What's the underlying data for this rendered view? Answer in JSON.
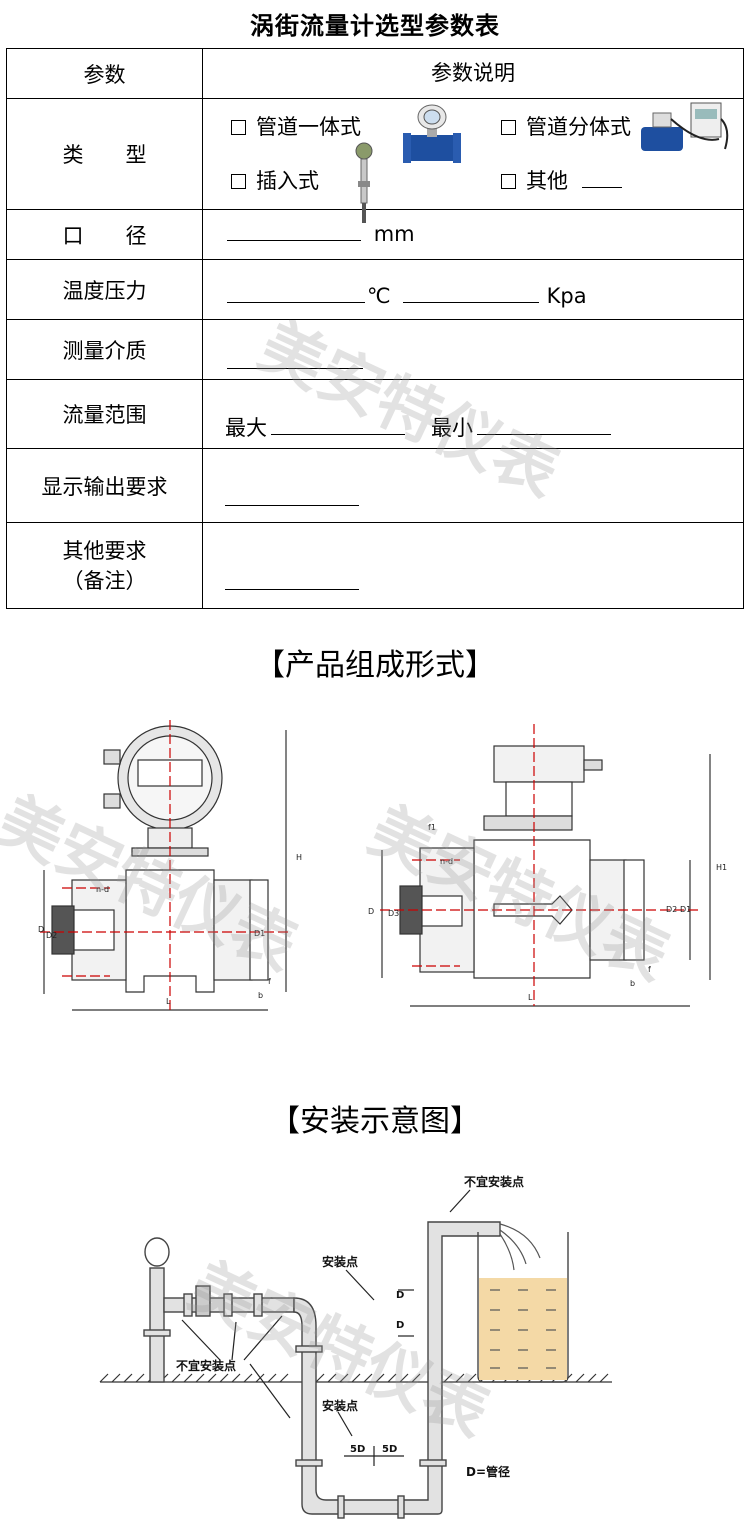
{
  "title": "涡街流量计选型参数表",
  "table": {
    "header": {
      "param": "参数",
      "desc": "参数说明"
    },
    "rows": {
      "type": {
        "label": "类　　型",
        "opt1": "管道一体式",
        "opt2": "管道分体式",
        "opt3": "插入式",
        "opt4": "其他"
      },
      "diameter": {
        "label": "口　　径",
        "unit": "mm"
      },
      "temp_pressure": {
        "label": "温度压力",
        "unit_temp": "℃",
        "unit_pressure": "Kpa"
      },
      "medium": {
        "label": "测量介质"
      },
      "flow_range": {
        "label": "流量范围",
        "max": "最大",
        "min": "最小"
      },
      "output": {
        "label": "显示输出要求"
      },
      "other": {
        "label1": "其他要求",
        "label2": "（备注）"
      }
    }
  },
  "section_product": "【产品组成形式】",
  "section_install": "【安装示意图】",
  "watermark": "美安特仪表",
  "drawing_labels": {
    "left": {
      "H": "H",
      "D": "D",
      "D2": "D2",
      "D1": "D1",
      "L": "L",
      "n_d": "n-d",
      "b": "b",
      "f": "f"
    },
    "right": {
      "H1": "H1",
      "D": "D",
      "D3": "D3",
      "D2": "D2",
      "D1": "D1",
      "L": "L",
      "f1": "f1",
      "n_d": "n-d",
      "b": "b",
      "f": "f"
    }
  },
  "install_labels": {
    "not_suitable_top": "不宜安装点",
    "install_point_1": "安装点",
    "not_suitable_left": "不宜安装点",
    "install_point_2": "安装点",
    "d_mark_1": "D",
    "d_mark_2": "D",
    "five_d_1": "5D",
    "five_d_2": "5D",
    "legend": "D=管径"
  },
  "colors": {
    "dim_line": "#cc0000",
    "pump_blue": "#1e4fa0",
    "liquid": "#f4d9a6"
  }
}
